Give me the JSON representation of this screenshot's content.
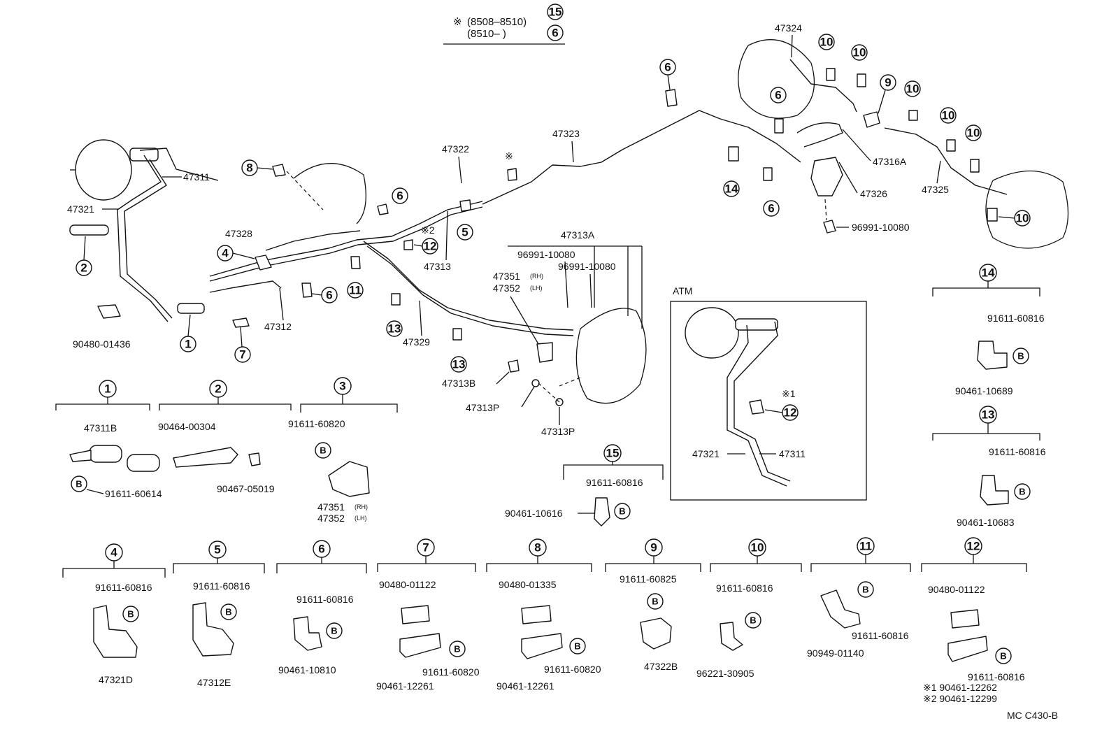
{
  "header": {
    "line1_mark": "※",
    "line1_text": "(8508–8510)",
    "line1_num": "15",
    "line2_text": "(8510–       )",
    "line2_num": "6"
  },
  "bolt_mark": "B",
  "main_labels": {
    "p47311": "47311",
    "p47321": "47321",
    "p90480_01436": "90480-01436",
    "p47328": "47328",
    "p47312": "47312",
    "p47329": "47329",
    "p47322": "47322",
    "p47313": "47313",
    "mark2": "※2",
    "mark_top": "※",
    "p47323": "47323",
    "p47313A": "47313A",
    "p96991_a": "96991-10080",
    "p96991_b": "96991-10080",
    "p47351": "47351",
    "p47352": "47352",
    "rh": "(RH)",
    "lh": "(LH)",
    "p47313B": "47313B",
    "p47313P_a": "47313P",
    "p47313P_b": "47313P",
    "p47324": "47324",
    "p47316A": "47316A",
    "p47326": "47326",
    "p96991_c": "96991-10080",
    "p47325": "47325",
    "atm": "ATM",
    "atm_mark": "※1",
    "atm_47321": "47321",
    "atm_47311": "47311",
    "code": "MC C430-B"
  },
  "callouts": {
    "c1": "1",
    "c2": "2",
    "c4": "4",
    "c5": "5",
    "c6a": "6",
    "c6b": "6",
    "c6c": "6",
    "c6d": "6",
    "c7": "7",
    "c8": "8",
    "c9": "9",
    "c10a": "10",
    "c10b": "10",
    "c10c": "10",
    "c10d": "10",
    "c10e": "10",
    "c10f": "10",
    "c11": "11",
    "c12": "12",
    "c12atm": "12",
    "c13a": "13",
    "c13b": "13",
    "c14": "14"
  },
  "details": {
    "d1": {
      "num": "1",
      "a": "47311B",
      "b": "91611-60614"
    },
    "d2": {
      "num": "2",
      "a": "90464-00304",
      "b": "90467-05019"
    },
    "d3": {
      "num": "3",
      "a": "91611-60820",
      "b": "47351",
      "c": "47352",
      "rh": "(RH)",
      "lh": "(LH)"
    },
    "d4": {
      "num": "4",
      "a": "91611-60816",
      "b": "47321D"
    },
    "d5": {
      "num": "5",
      "a": "91611-60816",
      "b": "47312E"
    },
    "d6": {
      "num": "6",
      "a": "91611-60816",
      "b": "90461-10810"
    },
    "d7": {
      "num": "7",
      "a": "90480-01122",
      "b": "91611-60820",
      "c": "90461-12261"
    },
    "d8": {
      "num": "8",
      "a": "90480-01335",
      "b": "91611-60820",
      "c": "90461-12261"
    },
    "d9": {
      "num": "9",
      "a": "91611-60825",
      "b": "47322B"
    },
    "d10": {
      "num": "10",
      "a": "91611-60816",
      "b": "96221-30905"
    },
    "d11": {
      "num": "11",
      "a": "91611-60816",
      "b": "90949-01140"
    },
    "d12": {
      "num": "12",
      "a": "90480-01122",
      "b": "91611-60816",
      "c": "※1 90461-12262",
      "d": "※2 90461-12299"
    },
    "d13": {
      "num": "13",
      "a": "91611-60816",
      "b": "90461-10683"
    },
    "d14": {
      "num": "14",
      "a": "91611-60816",
      "b": "90461-10689"
    },
    "d15": {
      "num": "15",
      "a": "91611-60816",
      "b": "90461-10616"
    }
  }
}
